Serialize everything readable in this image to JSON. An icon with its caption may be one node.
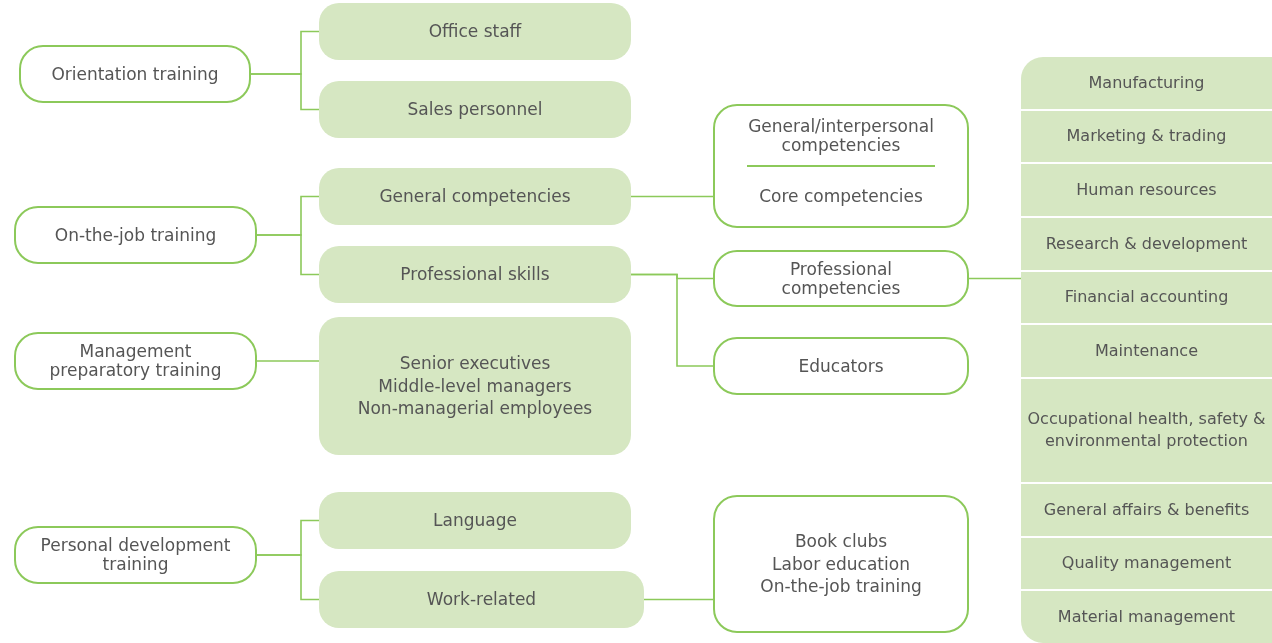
{
  "diagram": {
    "nodes": [
      {
        "text": [
          "Orientation training"
        ]
      },
      {
        "text": [
          "Office staff"
        ]
      },
      {
        "text": [
          "Sales personnel"
        ]
      },
      {
        "text": [
          "On-the-job training"
        ]
      },
      {
        "text": [
          "General competencies"
        ]
      },
      {
        "text": [
          "Professional skills"
        ]
      },
      {
        "text": [
          "General/interpersonal competencies",
          "Core competencies"
        ]
      },
      {
        "text": [
          "Professional competencies"
        ]
      },
      {
        "text": [
          "Educators"
        ]
      },
      {
        "text": [
          "Management preparatory training"
        ]
      },
      {
        "text": [
          "Senior executives",
          "Middle-level managers",
          "Non-managerial employees"
        ]
      },
      {
        "text": [
          "Personal development training"
        ]
      },
      {
        "text": [
          "Language"
        ]
      },
      {
        "text": [
          "Work-related"
        ]
      },
      {
        "text": [
          "Book clubs",
          "Labor education",
          "On-the-job training"
        ]
      },
      {
        "text": [
          "Manufacturing",
          "Marketing & trading",
          "Human resources",
          "Research & development",
          "Financial accounting",
          "Maintenance",
          "Occupational health, safety & environmental protection",
          "General affairs & benefits",
          "Quality management",
          "Material management"
        ]
      }
    ],
    "edges": [
      {
        "from": 0,
        "to": 1,
        "arrow": "none"
      },
      {
        "from": 0,
        "to": 2,
        "arrow": "none"
      },
      {
        "from": 3,
        "to": 4,
        "arrow": "none"
      },
      {
        "from": 3,
        "to": 5,
        "arrow": "none"
      },
      {
        "from": 4,
        "to": 6,
        "arrow": "none"
      },
      {
        "from": 5,
        "to": 7,
        "arrow": "none"
      },
      {
        "from": 5,
        "to": 8,
        "arrow": "none"
      },
      {
        "from": 7,
        "to": 15,
        "arrow": "none"
      },
      {
        "from": 9,
        "to": 10,
        "arrow": "none"
      },
      {
        "from": 11,
        "to": 12,
        "arrow": "none"
      },
      {
        "from": 11,
        "to": 13,
        "arrow": "none"
      },
      {
        "from": 13,
        "to": 14,
        "arrow": "none"
      }
    ]
  }
}
